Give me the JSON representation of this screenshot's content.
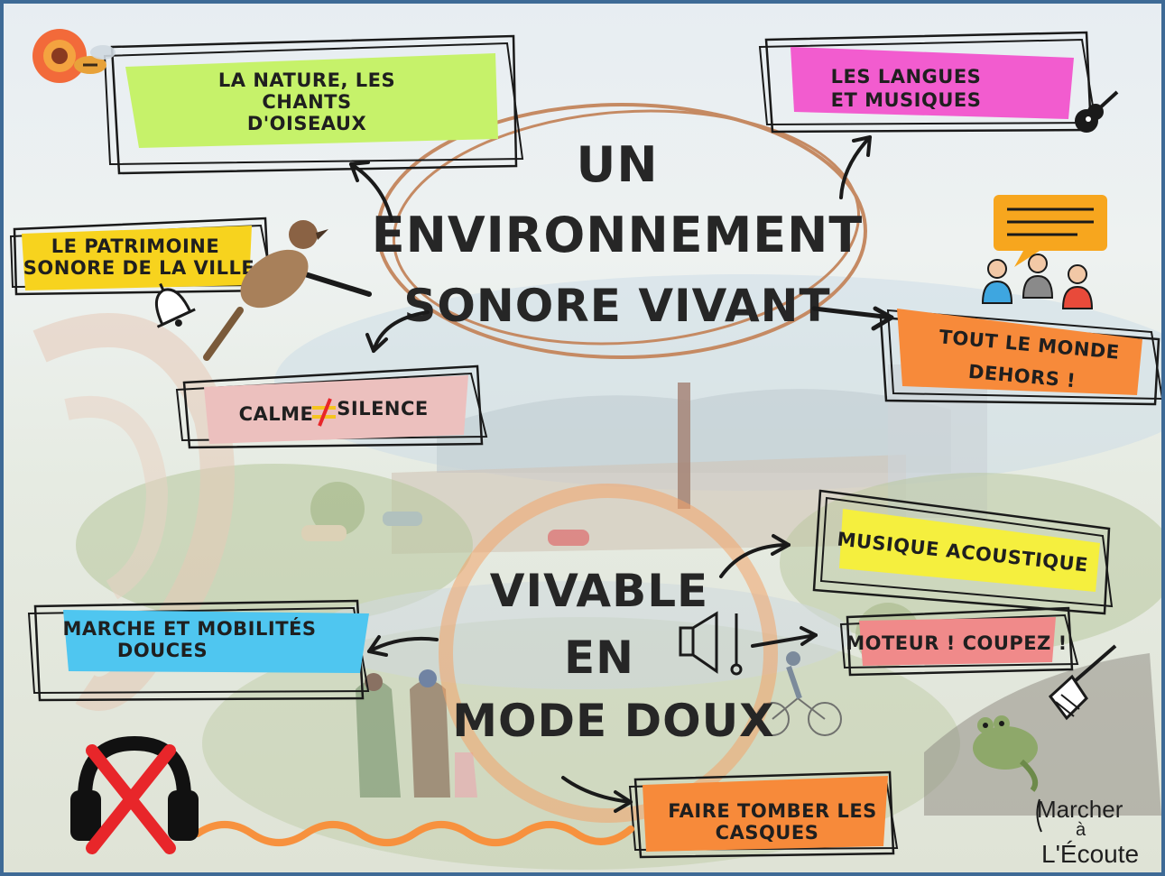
{
  "centers": {
    "top": {
      "lines": [
        "UN",
        "ENVIRONNEMENT",
        "SONORE VIVANT"
      ]
    },
    "bottom": {
      "lines": [
        "VIVABLE",
        "EN",
        "MODE DOUX"
      ]
    }
  },
  "nodes": {
    "nature": {
      "lines": [
        "LA NATURE, LES",
        "CHANTS",
        "D'OISEAUX"
      ],
      "color": "#c6f26a"
    },
    "langues": {
      "lines": [
        "LES LANGUES",
        "ET MUSIQUES"
      ],
      "color": "#f25ccf"
    },
    "patrimoine": {
      "lines": [
        "LE PATRIMOINE",
        "SONORE DE LA VILLE"
      ],
      "color": "#f7d31e"
    },
    "tout_le_monde": {
      "lines": [
        "TOUT LE MONDE",
        "DEHORS !"
      ],
      "color": "#f78a3a"
    },
    "calme": {
      "word_left": "CALME",
      "word_right": "SILENCE",
      "color": "#ecc0be",
      "strike_color": "#f5c41f"
    },
    "musique": {
      "lines": [
        "MUSIQUE ACOUSTIQUE"
      ],
      "color": "#f5ef3e"
    },
    "moteur": {
      "lines": [
        "MOTEUR ! COUPEZ !"
      ],
      "color": "#f08a8a"
    },
    "marche": {
      "lines": [
        "MARCHE ET MOBILITÉS",
        "DOUCES"
      ],
      "color": "#4fc6f0"
    },
    "casques": {
      "lines": [
        "FAIRE TOMBER LES",
        "CASQUES"
      ],
      "color": "#f78a3a"
    }
  },
  "logo": {
    "line1": "Marcher",
    "line2": "à",
    "line3": "L'Écoute"
  },
  "colors": {
    "frame": "#3e6a96",
    "ellipse_top": "#c58a63",
    "ellipse_bottom": "#f3a46a",
    "wave": "#f7913e",
    "cross": "#e8262a"
  },
  "icons": [
    "bee-flower-icon",
    "guitar-icon",
    "speech-bubble-icon",
    "people-icon",
    "bell-icon",
    "sparrow-icon",
    "speaker-volume-icon",
    "broom-icon",
    "frog-icon",
    "headphones-crossed-icon"
  ]
}
